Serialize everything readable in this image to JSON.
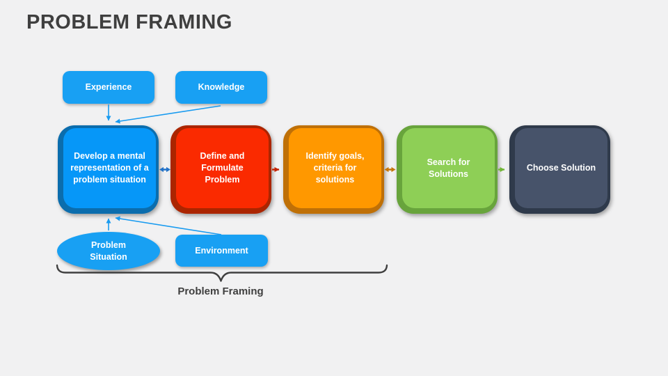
{
  "slide": {
    "title": "PROBLEM FRAMING",
    "caption": "Problem Framing"
  },
  "colors": {
    "background": "#f1f1f2",
    "title_text": "#3f3f3f",
    "shape_text": "#ffffff",
    "input_fill": "#18a0f3",
    "connector_blue": "#199bf0",
    "arrow_blue_double": "#2272c8",
    "arrow_red": "#c22302",
    "arrow_orange_double": "#c4760b",
    "arrow_green": "#72b637",
    "brace": "#3f3f3f"
  },
  "inputs": {
    "experience": {
      "label": "Experience"
    },
    "knowledge": {
      "label": "Knowledge"
    },
    "problem_situation": {
      "label": "Problem\nSituation"
    },
    "environment": {
      "label": "Environment"
    }
  },
  "steps": [
    {
      "label": "Develop a mental\nrepresentation of a\nproblem situation",
      "fill": "#0697f8",
      "border": "#0b6dad"
    },
    {
      "label": "Define and\nFormulate\nProblem",
      "fill": "#fa2a00",
      "border": "#ab2500"
    },
    {
      "label": "Identify goals,\ncriteria for\nsolutions",
      "fill": "#ff9800",
      "border": "#bf7007"
    },
    {
      "label": "Search for\nSolutions",
      "fill": "#8ecf56",
      "border": "#68a43c"
    },
    {
      "label": "Choose Solution",
      "fill": "#47536a",
      "border": "#2f3a4b"
    }
  ]
}
